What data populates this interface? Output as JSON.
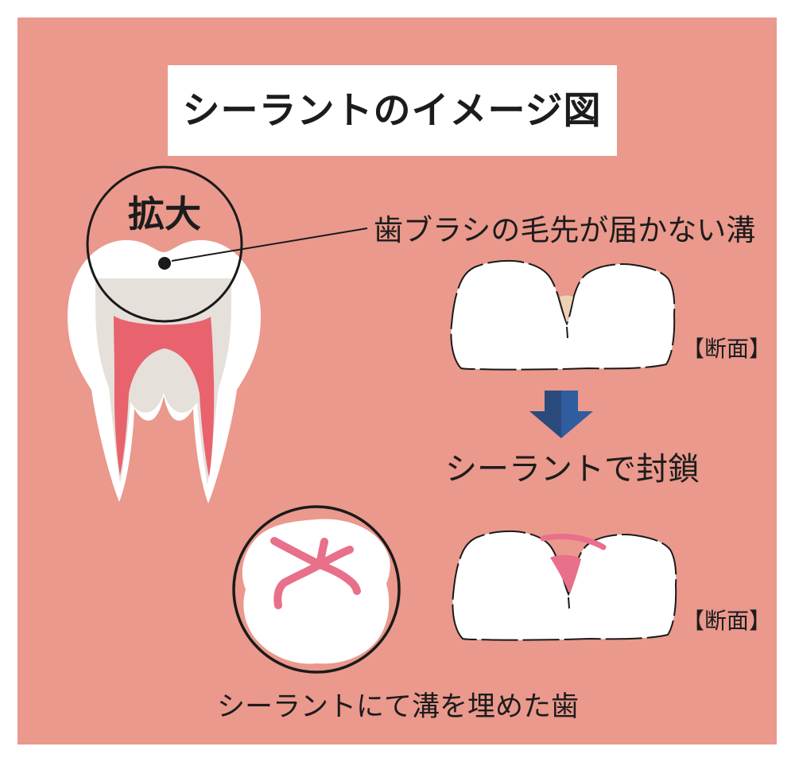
{
  "colors": {
    "page_bg": "#FFFFFF",
    "background": "#EA998C",
    "ink": "#1C1C1C",
    "tooth_white": "#FFFFFF",
    "dentin": "#E6E0DB",
    "pulp": "#E8636E",
    "debris": "#ECD2B4",
    "sealant": "#E8708A",
    "arrow_dark": "#2B4A7C",
    "arrow_light": "#2F5D9E"
  },
  "title": "シーラントのイメージ図",
  "magnifier_label": "拡大",
  "annotation": "歯ブラシの毛先が届かない溝",
  "section_label_top": "【断面】",
  "arrow_caption": "シーラントで封鎖",
  "section_label_bottom": "【断面】",
  "bottom_caption": "シーラントにて溝を埋めた歯"
}
